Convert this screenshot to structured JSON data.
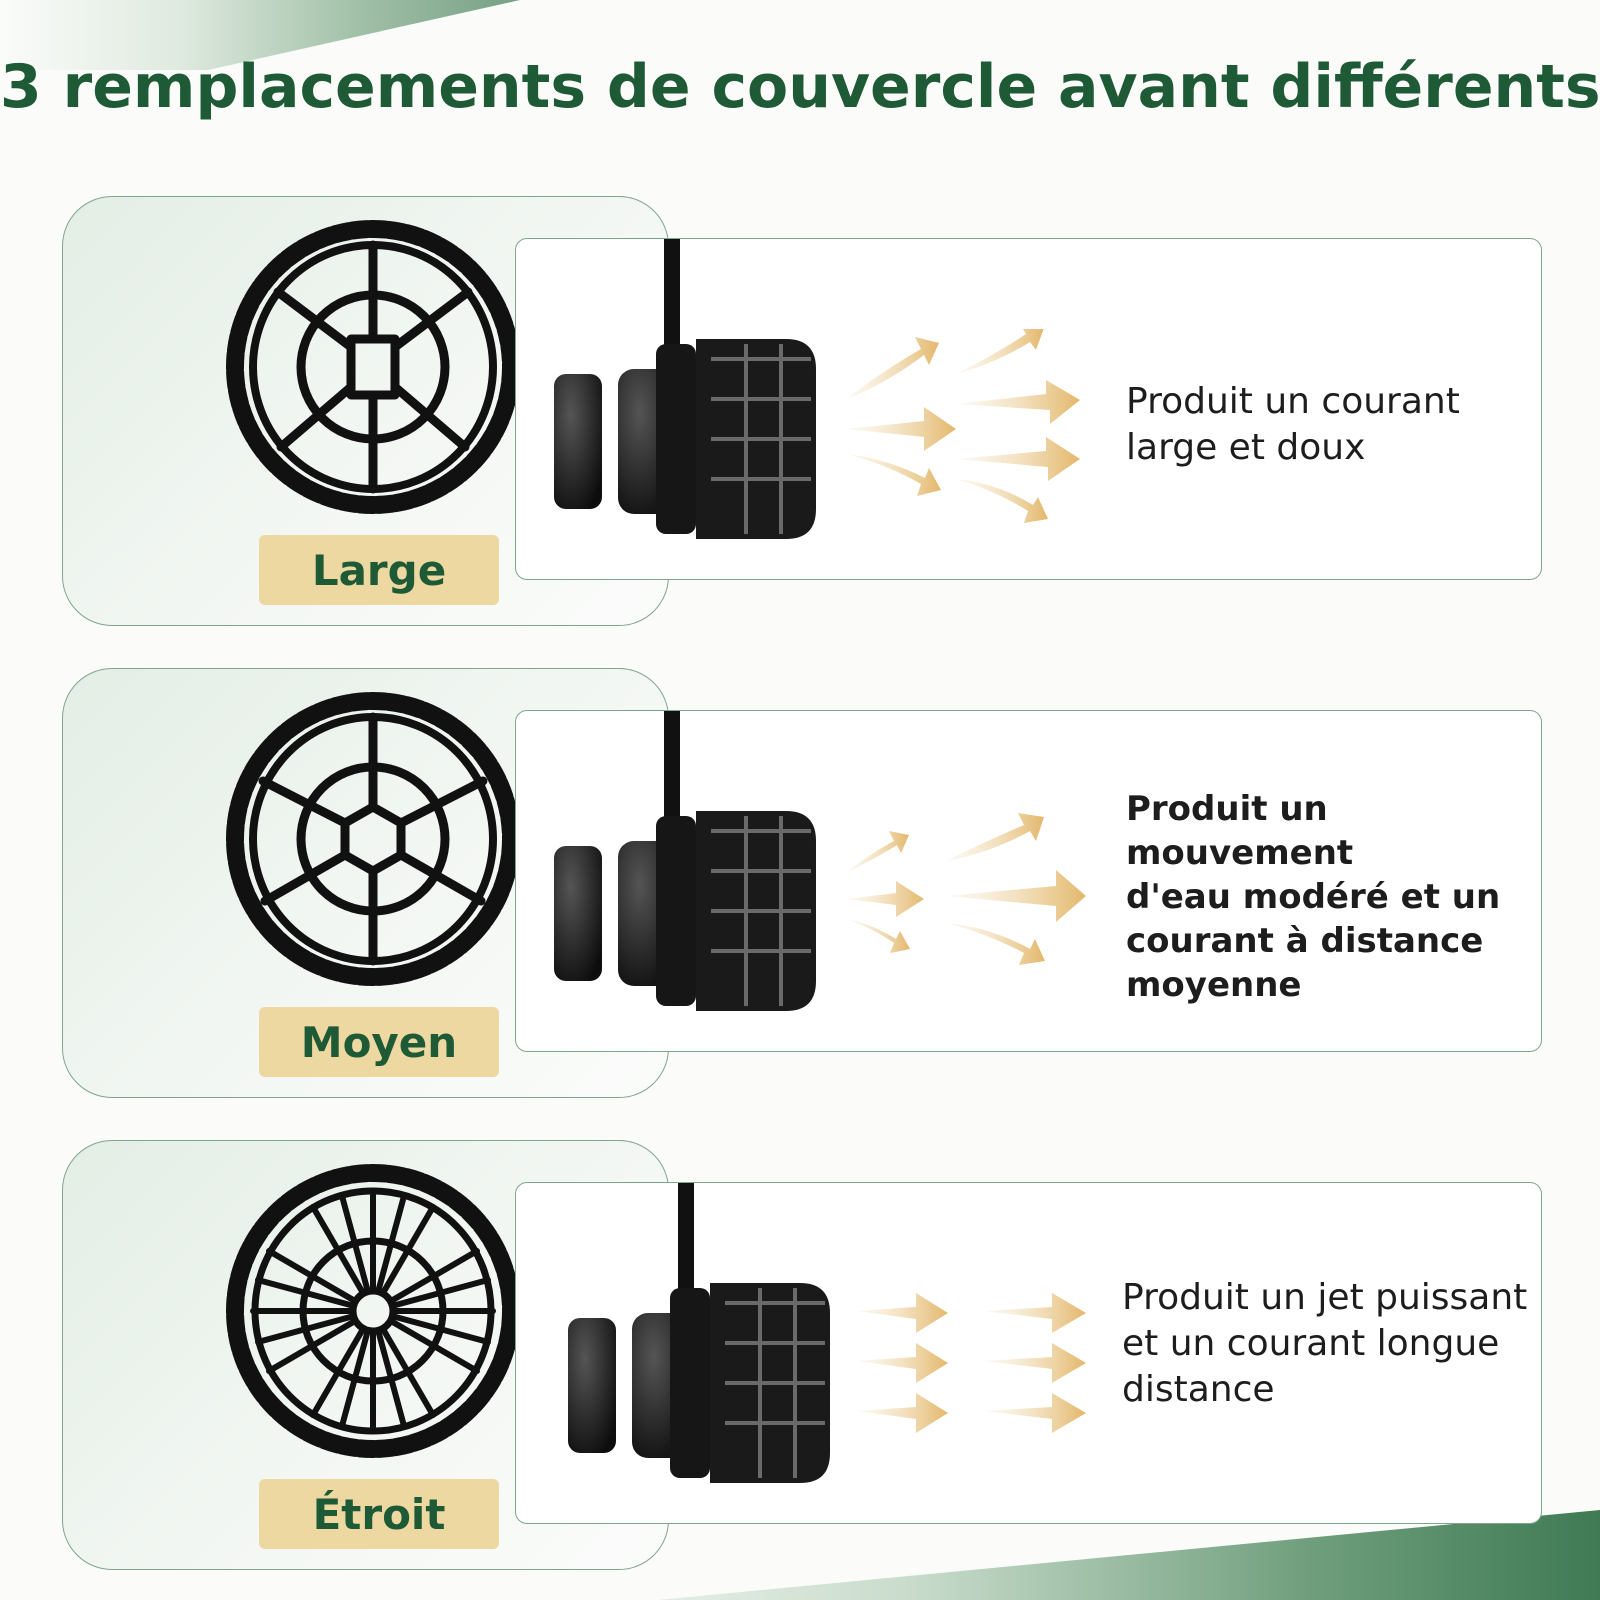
{
  "title": "3 remplacements de couvercle avant différents",
  "rows": [
    {
      "label": "Large",
      "description_lines": [
        "Produit un courant",
        "large et doux"
      ]
    },
    {
      "label": "Moyen",
      "description_lines": [
        "Produit un mouvement",
        "d'eau modéré et un",
        "courant à distance",
        "moyenne"
      ]
    },
    {
      "label": "Étroit",
      "description_lines": [
        "Produit un jet puissant",
        "et un courant longue",
        "distance"
      ]
    }
  ],
  "colors": {
    "brand_green": "#1e5a35",
    "label_gold": "#ecd8a0",
    "arrow_gold": "#e7c27a"
  }
}
